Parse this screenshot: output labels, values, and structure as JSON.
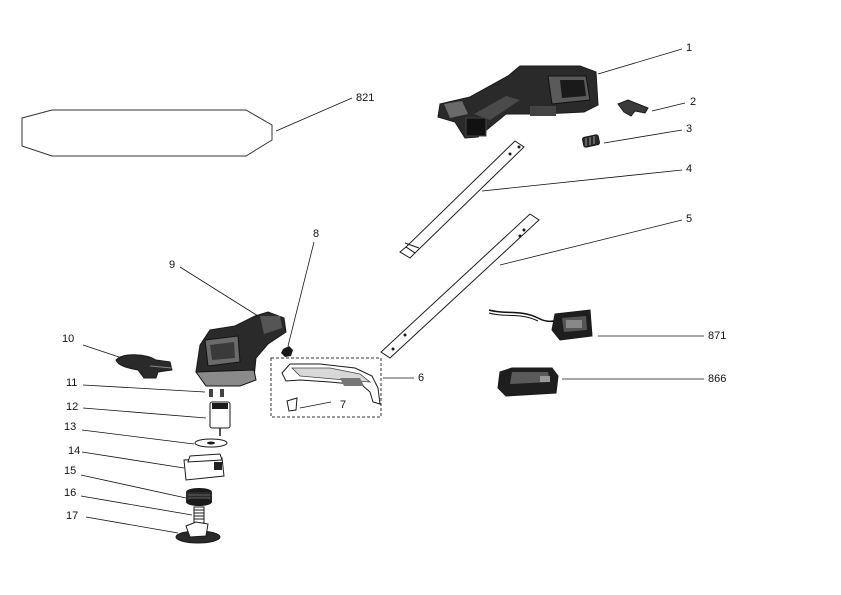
{
  "labels": {
    "p1": "1",
    "p2": "2",
    "p3": "3",
    "p4": "4",
    "p5": "5",
    "p6": "6",
    "p7": "7",
    "p8": "8",
    "p9": "9",
    "p10": "10",
    "p11": "11",
    "p12": "12",
    "p13": "13",
    "p14": "14",
    "p15": "15",
    "p16": "16",
    "p17": "17",
    "p821": "821",
    "p866": "866",
    "p871": "871"
  }
}
